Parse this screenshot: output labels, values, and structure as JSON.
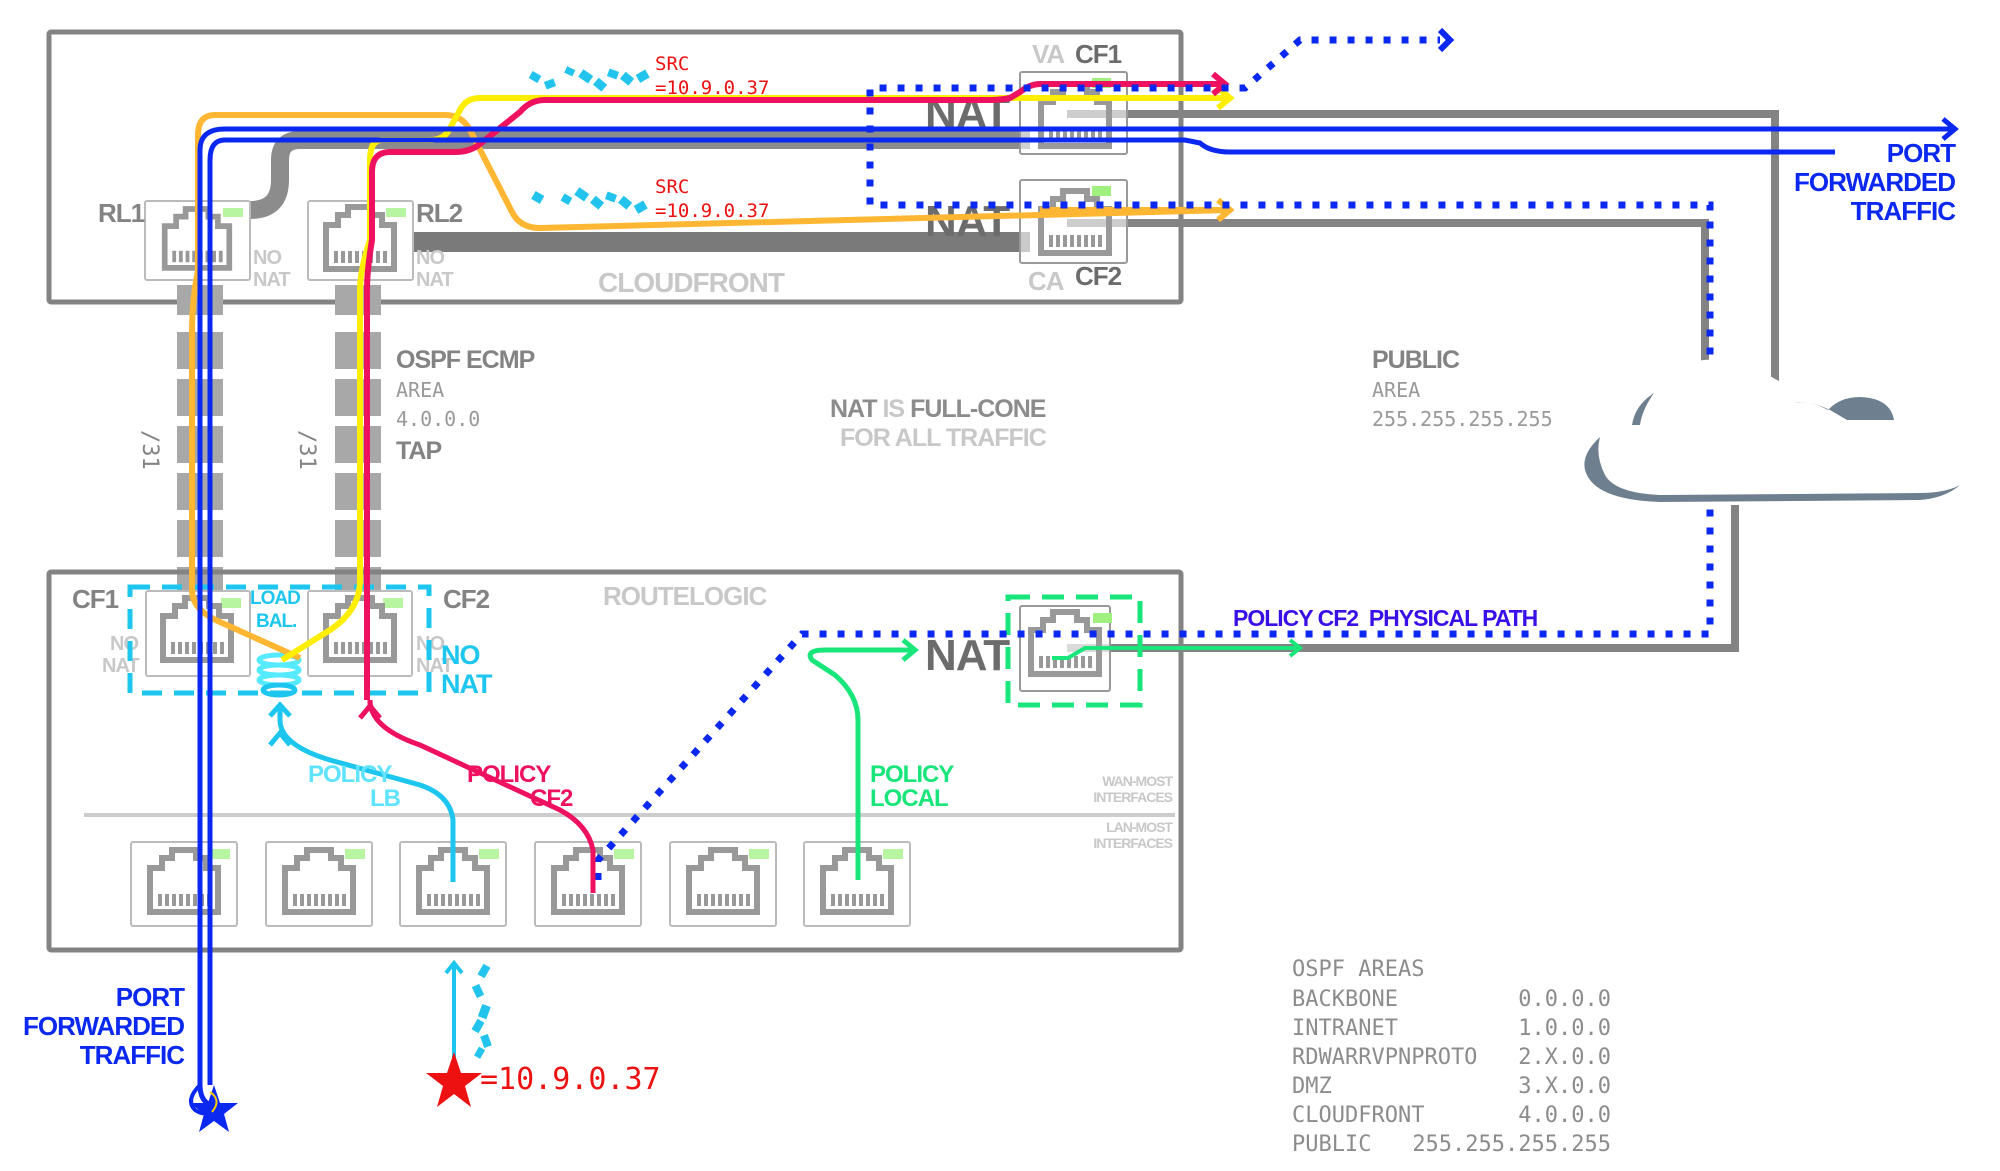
{
  "colors": {
    "gray": "#838383",
    "light_gray": "#c8c8c8",
    "blue": "#0a28f0",
    "violet": "#3a10e8",
    "pink": "#ee1160",
    "yellow": "#ffee00",
    "orange": "#ffb733",
    "cyan": "#1cc6ee",
    "light_cyan": "#5fe3ff",
    "green": "#18e57a",
    "red": "#ee1111",
    "led": "#b8f5a0",
    "cloud": "#6e7f8f"
  },
  "cloudfront": {
    "title": "CLOUDFRONT",
    "rl1_label": "RL1",
    "rl2_label": "RL2",
    "no_nat_1": "NO",
    "no_nat_2": "NAT",
    "cf1_prefix": "VA",
    "cf1_label": "CF1",
    "cf2_prefix": "CA",
    "cf2_label": "CF2",
    "nat_label": "NAT",
    "src_line1": "SRC",
    "src_line2": "=10.9.0.37"
  },
  "middle": {
    "subnet_label": "/31",
    "ospf_title": "OSPF ECMP",
    "ospf_area": "AREA",
    "ospf_area_value": "4.0.0.0",
    "ospf_tap": "TAP",
    "nat_note_1a": "NAT",
    "nat_note_1b": "IS",
    "nat_note_1c": "FULL-CONE",
    "nat_note_2": "FOR ALL TRAFFIC",
    "public_title": "PUBLIC",
    "public_area": "AREA",
    "public_area_value": "255.255.255.255"
  },
  "port_forwarded": {
    "line1": "PORT",
    "line2": "FORWARDED",
    "line3": "TRAFFIC"
  },
  "routelogic": {
    "title": "ROUTELOGIC",
    "cf1_label": "CF1",
    "cf2_label": "CF2",
    "load_bal_1": "LOAD",
    "load_bal_2": "BAL.",
    "no_nat_1": "NO",
    "no_nat_2": "NAT",
    "nat_label": "NAT",
    "policy_lb_1": "POLICY",
    "policy_lb_2": "LB",
    "policy_cf2_1": "POLICY",
    "policy_cf2_2": "CF2",
    "policy_local_1": "POLICY",
    "policy_local_2": "LOCAL",
    "physical_path": "POLICY CF2  PHYSICAL PATH",
    "wan_most_1": "WAN-MOST",
    "wan_most_2": "INTERFACES",
    "lan_most_1": "LAN-MOST",
    "lan_most_2": "INTERFACES"
  },
  "source": {
    "address": "=10.9.0.37"
  },
  "ospf_areas": {
    "title": "OSPF AREAS",
    "rows": [
      {
        "name": "BACKBONE",
        "value": "0.0.0.0"
      },
      {
        "name": "INTRANET",
        "value": "1.0.0.0"
      },
      {
        "name": "RDWARRVPNPROTO",
        "value": "2.X.0.0"
      },
      {
        "name": "DMZ",
        "value": "3.X.0.0"
      },
      {
        "name": "CLOUDFRONT",
        "value": "4.0.0.0"
      },
      {
        "name": "PUBLIC",
        "value": "255.255.255.255"
      }
    ]
  }
}
